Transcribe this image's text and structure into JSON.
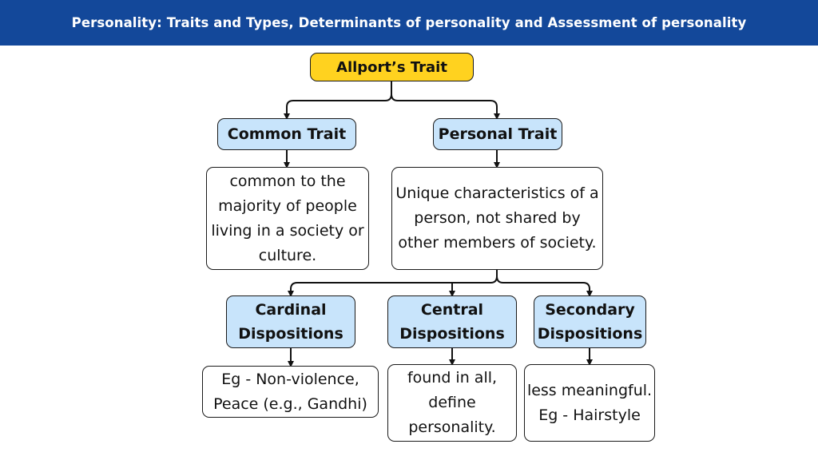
{
  "header": {
    "title": "Personality: Traits and Types, Determinants of personality and Assessment of personality"
  },
  "diagram": {
    "root": "Allport’s Trait",
    "common_trait": {
      "label": "Common Trait",
      "description": "common to the majority of people living in a society or culture."
    },
    "personal_trait": {
      "label": "Personal Trait",
      "description": "Unique characteristics of a person, not shared by other members of society."
    },
    "dispositions": [
      {
        "label": "Cardinal Dispositions",
        "description": "Eg - Non-violence, Peace (e.g., Gandhi)"
      },
      {
        "label": "Central Dispositions",
        "description": "found in all, define personality."
      },
      {
        "label": "Secondary Dispositions",
        "description": "less meaningful. Eg - Hairstyle"
      }
    ]
  },
  "colors": {
    "header_bg": "#13489a",
    "root_fill": "#ffd21f",
    "category_fill": "#c8e4fb",
    "border": "#1a1a1a"
  }
}
